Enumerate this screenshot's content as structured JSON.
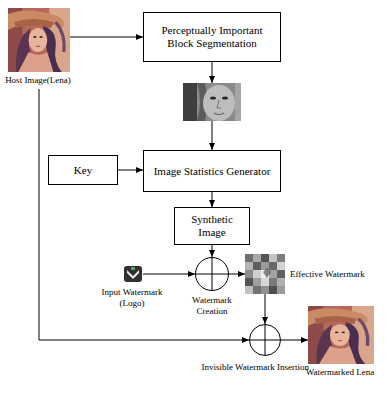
{
  "diagram": {
    "nodes": [
      {
        "text": [
          "Host Image(Lena)"
        ]
      },
      {
        "text": [
          "Perceptually Important Block Segmentation"
        ]
      },
      {
        "text": [
          "Key"
        ]
      },
      {
        "text": [
          "Image Statistics Generator"
        ]
      },
      {
        "text": [
          "Synthetic Image"
        ]
      },
      {
        "text": [
          "Input Watermark (Logo)"
        ]
      },
      {
        "text": [
          "Watermark Creation"
        ]
      },
      {
        "text": [
          "Effective Watermark"
        ]
      },
      {
        "text": [
          "Invisible Watermark Insertion"
        ]
      },
      {
        "text": [
          "Watermarked Lena"
        ]
      }
    ],
    "edges": [
      {
        "from": 0,
        "to": 1,
        "arrow": "to"
      },
      {
        "from": 1,
        "to": 3,
        "arrow": "to"
      },
      {
        "from": 2,
        "to": 3,
        "arrow": "to"
      },
      {
        "from": 3,
        "to": 4,
        "arrow": "to"
      },
      {
        "from": 4,
        "to": 6,
        "arrow": "to"
      },
      {
        "from": 5,
        "to": 6,
        "arrow": "to"
      },
      {
        "from": 6,
        "to": 7,
        "arrow": "to"
      },
      {
        "from": 7,
        "to": 8,
        "arrow": "to"
      },
      {
        "from": 0,
        "to": 8,
        "arrow": "to"
      },
      {
        "from": 8,
        "to": 9,
        "arrow": "to"
      }
    ]
  }
}
